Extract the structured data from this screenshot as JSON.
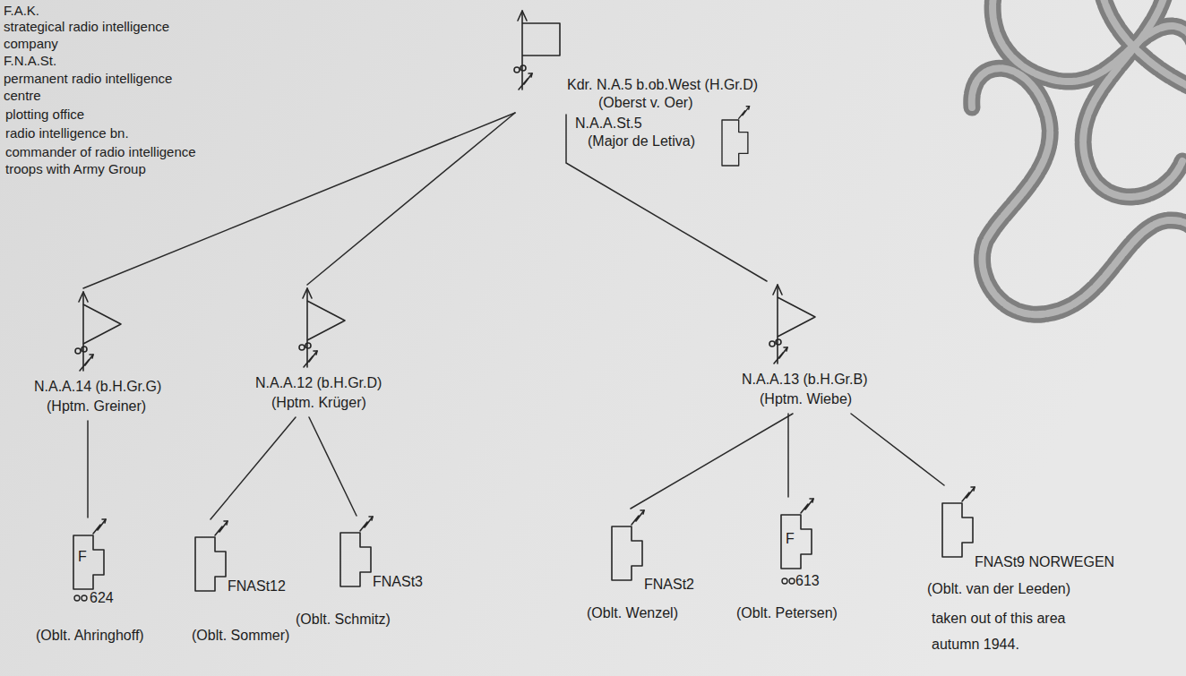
{
  "diagram": {
    "nodes": [
      {
        "text": [
          "Kdr. N.A.5 b.ob.West (H.Gr.D)",
          "(Oberst v. Oer)"
        ]
      },
      {
        "text": [
          "N.A.A.St.5",
          "(Major de Letiva)"
        ]
      },
      {
        "text": [
          "N.A.A.14 (b.H.Gr.G)",
          "(Hptm. Greiner)"
        ]
      },
      {
        "text": [
          "N.A.A.12 (b.H.Gr.D)",
          "(Hptm. Krüger)"
        ]
      },
      {
        "text": [
          "N.A.A.13 (b.H.Gr.B)",
          "(Hptm. Wiebe)"
        ]
      },
      {
        "text": [
          "F",
          "624",
          "(Oblt. Ahringhoff)"
        ]
      },
      {
        "text": [
          "FNASt12",
          "(Oblt. Sommer)"
        ]
      },
      {
        "text": [
          "FNASt3",
          "(Oblt. Schmitz)"
        ]
      },
      {
        "text": [
          "FNASt2",
          "(Oblt. Wenzel)"
        ]
      },
      {
        "text": [
          "F",
          "613",
          "(Oblt. Petersen)"
        ]
      },
      {
        "text": [
          "FNASt9 NORWEGEN",
          "(Oblt. van der Leeden)",
          "taken out of this area autumn 1944."
        ]
      }
    ],
    "edges": [
      {
        "from": 0,
        "to": 2,
        "arrow": "none"
      },
      {
        "from": 0,
        "to": 3,
        "arrow": "none"
      },
      {
        "from": 0,
        "to": 4,
        "arrow": "none"
      },
      {
        "from": 2,
        "to": 5,
        "arrow": "none"
      },
      {
        "from": 3,
        "to": 6,
        "arrow": "none"
      },
      {
        "from": 3,
        "to": 7,
        "arrow": "none"
      },
      {
        "from": 4,
        "to": 8,
        "arrow": "none"
      },
      {
        "from": 4,
        "to": 9,
        "arrow": "none"
      },
      {
        "from": 4,
        "to": 10,
        "arrow": "none"
      }
    ],
    "labels": [
      "F.A.K.",
      "strategical radio intelligence company",
      "F.N.A.St.",
      "permanent radio intelligence centre",
      "plotting office",
      "radio intelligence bn.",
      "commander of radio intelligence troops with Army Group"
    ]
  }
}
